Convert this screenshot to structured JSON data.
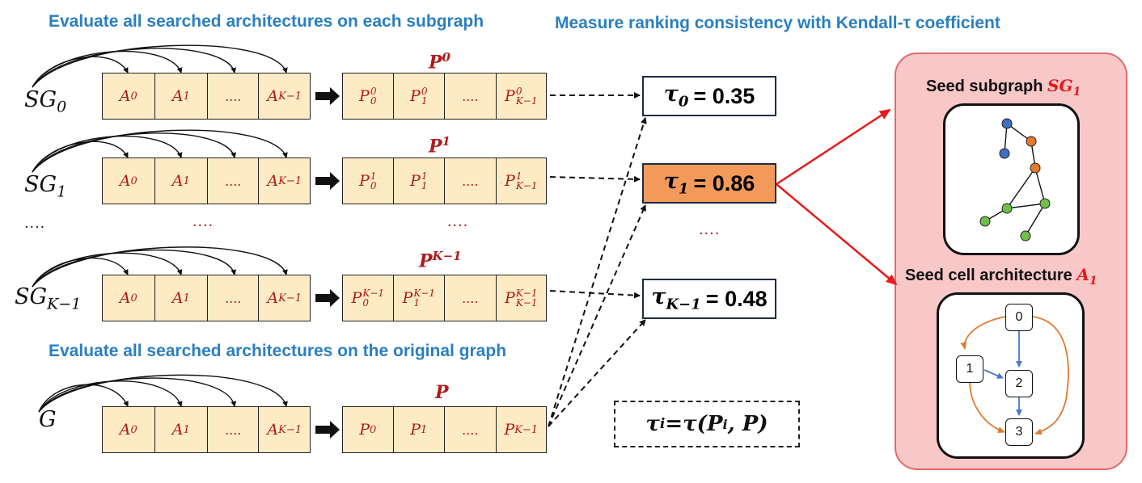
{
  "headings": {
    "top_left": "Evaluate all searched architectures on each subgraph",
    "top_right": "Measure ranking consistency with Kendall-τ coefficient",
    "bottom_left": "Evaluate all searched architectures on the original graph"
  },
  "rows": [
    {
      "graph_base": "SG",
      "graph_sub": "0",
      "p_base": "P",
      "p_sup": "0",
      "archs": [
        {
          "b": "A",
          "s": "0"
        },
        {
          "b": "A",
          "s": "1"
        },
        {
          "b": "....",
          "s": ""
        },
        {
          "b": "A",
          "s": "K−1"
        }
      ],
      "perfs": [
        {
          "b": "P",
          "s": "0",
          "u": "0"
        },
        {
          "b": "P",
          "s": "1",
          "u": "0"
        },
        {
          "b": "....",
          "s": "",
          "u": ""
        },
        {
          "b": "P",
          "s": "K−1",
          "u": "0"
        }
      ]
    },
    {
      "graph_base": "SG",
      "graph_sub": "1",
      "p_base": "P",
      "p_sup": "1",
      "archs": [
        {
          "b": "A",
          "s": "0"
        },
        {
          "b": "A",
          "s": "1"
        },
        {
          "b": "....",
          "s": ""
        },
        {
          "b": "A",
          "s": "K−1"
        }
      ],
      "perfs": [
        {
          "b": "P",
          "s": "0",
          "u": "1"
        },
        {
          "b": "P",
          "s": "1",
          "u": "1"
        },
        {
          "b": "....",
          "s": "",
          "u": ""
        },
        {
          "b": "P",
          "s": "K−1",
          "u": "1"
        }
      ]
    },
    {
      "graph_base": "SG",
      "graph_sub": "K−1",
      "p_base": "P",
      "p_sup": "K−1",
      "archs": [
        {
          "b": "A",
          "s": "0"
        },
        {
          "b": "A",
          "s": "1"
        },
        {
          "b": "....",
          "s": ""
        },
        {
          "b": "A",
          "s": "K−1"
        }
      ],
      "perfs": [
        {
          "b": "P",
          "s": "0",
          "u": "K−1"
        },
        {
          "b": "P",
          "s": "1",
          "u": "K−1"
        },
        {
          "b": "....",
          "s": "",
          "u": ""
        },
        {
          "b": "P",
          "s": "K−1",
          "u": "K−1"
        }
      ]
    },
    {
      "graph_base": "G",
      "graph_sub": "",
      "p_base": "P",
      "p_sup": "",
      "archs": [
        {
          "b": "A",
          "s": "0"
        },
        {
          "b": "A",
          "s": "1"
        },
        {
          "b": "....",
          "s": ""
        },
        {
          "b": "A",
          "s": "K−1"
        }
      ],
      "perfs": [
        {
          "b": "P",
          "s": "0",
          "u": ""
        },
        {
          "b": "P",
          "s": "1",
          "u": ""
        },
        {
          "b": "....",
          "s": "",
          "u": ""
        },
        {
          "b": "P",
          "s": "K−1",
          "u": ""
        }
      ]
    }
  ],
  "ellipsis": {
    "left": "....",
    "mid_arch": "....",
    "mid_perf": "....",
    "mid_tau": "...."
  },
  "taus": [
    {
      "sym": "τ",
      "sub": "0",
      "value": "= 0.35",
      "highlight": false
    },
    {
      "sym": "τ",
      "sub": "1",
      "value": "= 0.86",
      "highlight": true
    },
    {
      "sym": "τ",
      "sub": "K−1",
      "value": "= 0.48",
      "highlight": false
    }
  ],
  "formula": {
    "lhs": "τ",
    "lhs_sub": "i",
    "eq": " = ",
    "rhs": "τ(P",
    "rhs_sup": "i",
    "tail": ", P)"
  },
  "panel": {
    "title1_text": "Seed subgraph ",
    "title1_base": "SG",
    "title1_sub": "1",
    "title2_text": "Seed cell architecture ",
    "title2_base": "A",
    "title2_sub": "1",
    "cell_nodes": [
      "0",
      "1",
      "2",
      "3"
    ]
  },
  "colors": {
    "heading": "#2a7fc1",
    "cell_fill": "#fcebc4",
    "cell_text": "#b01b1b",
    "highlight": "#f39a5a",
    "panel_fill": "#f8c7c7",
    "red_arrow": "#e61b1b",
    "node_blue": "#3f6fc0",
    "node_orange": "#e8782c",
    "node_green": "#6fbf4a",
    "edge_orange": "#e07a30",
    "edge_blue": "#4a78c8"
  }
}
